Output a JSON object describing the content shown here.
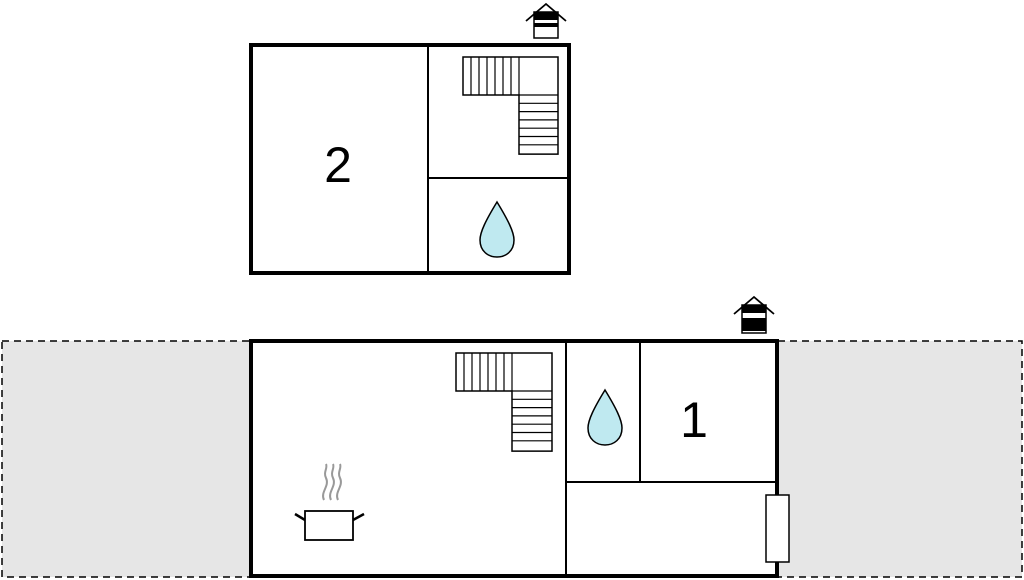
{
  "floors": [
    {
      "id": "upper",
      "room_label": "2"
    },
    {
      "id": "ground",
      "room_label": "1"
    }
  ],
  "icons": {
    "entrance": "house-entrance-icon",
    "water": "water-drop-icon",
    "kitchen": "cooking-pot-icon",
    "stairs": "staircase-icon",
    "radiator": "radiator-icon"
  },
  "colors": {
    "wall": "#000000",
    "water": "#bfe9f0",
    "terrace": "#e6e6e6",
    "steam": "#999999",
    "background": "#ffffff"
  }
}
